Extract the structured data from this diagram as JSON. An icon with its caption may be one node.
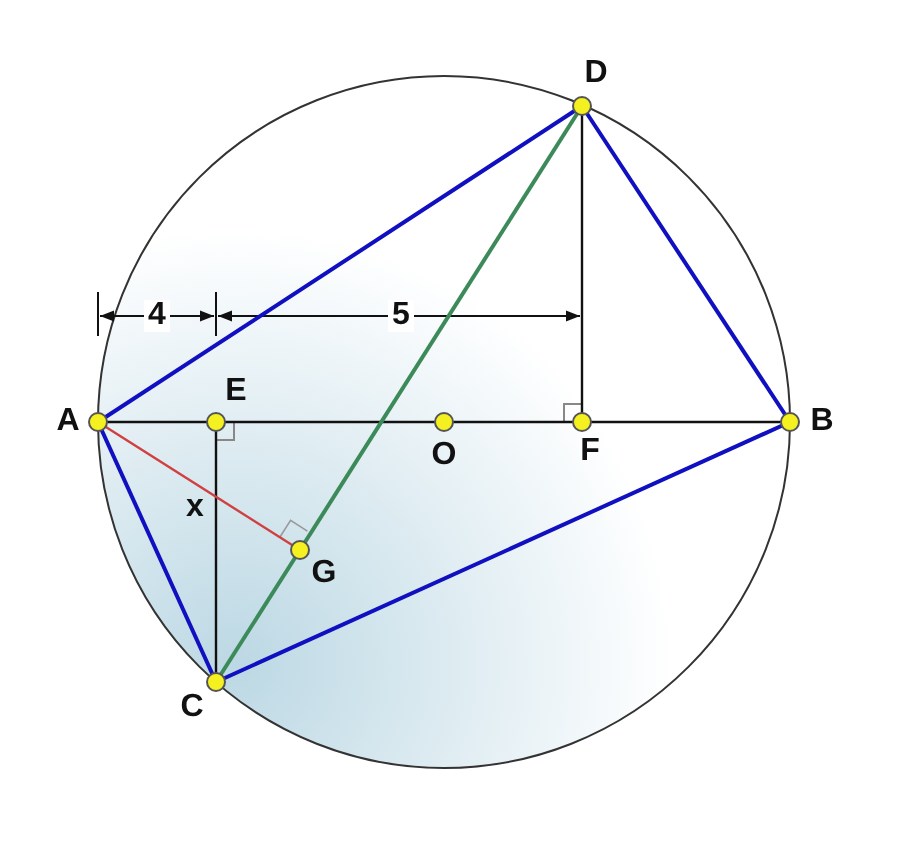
{
  "diagram": {
    "nodes": [
      {
        "text": [
          "D"
        ]
      },
      {
        "text": [
          "A"
        ]
      },
      {
        "text": [
          "E"
        ]
      },
      {
        "text": [
          "O"
        ]
      },
      {
        "text": [
          "F"
        ]
      },
      {
        "text": [
          "B"
        ]
      },
      {
        "text": [
          "G"
        ]
      },
      {
        "text": [
          "C"
        ]
      }
    ],
    "edges": [
      {
        "from": 1,
        "to": 0,
        "arrow": "none",
        "color": "#1010c0"
      },
      {
        "from": 0,
        "to": 5,
        "arrow": "none",
        "color": "#1010c0"
      },
      {
        "from": 5,
        "to": 7,
        "arrow": "none",
        "color": "#1010c0"
      },
      {
        "from": 7,
        "to": 1,
        "arrow": "none",
        "color": "#1010c0"
      },
      {
        "from": 1,
        "to": 2,
        "arrow": "none"
      },
      {
        "from": 2,
        "to": 3,
        "arrow": "none"
      },
      {
        "from": 3,
        "to": 4,
        "arrow": "none"
      },
      {
        "from": 4,
        "to": 5,
        "arrow": "none"
      },
      {
        "from": 0,
        "to": 4,
        "arrow": "none"
      },
      {
        "from": 2,
        "to": 7,
        "arrow": "none"
      },
      {
        "from": 7,
        "to": 6,
        "arrow": "none",
        "color": "#3c8a5a"
      },
      {
        "from": 6,
        "to": 0,
        "arrow": "none",
        "color": "#3c8a5a"
      },
      {
        "from": 1,
        "to": 6,
        "arrow": "none",
        "color": "#d04040"
      }
    ],
    "labels": [
      "4",
      "5",
      "x"
    ]
  }
}
